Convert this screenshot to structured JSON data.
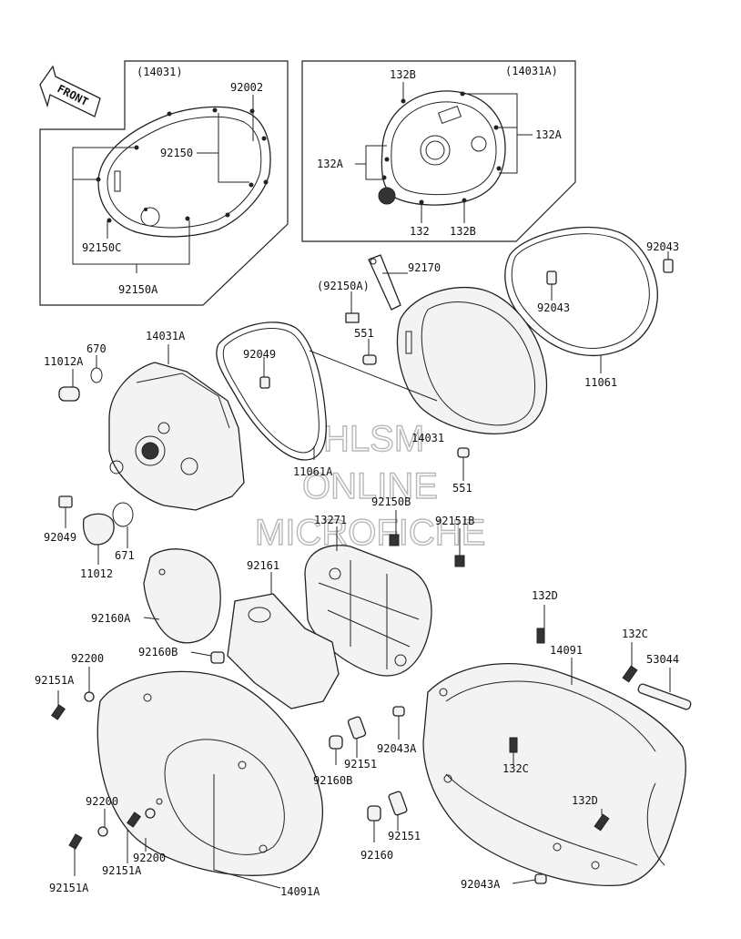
{
  "diagram": {
    "front_label": "FRONT",
    "inset_left_title": "(14031)",
    "inset_right_title": "(14031A)",
    "watermark": {
      "line1": "HLSM",
      "line2": "ONLINE",
      "line3": "MICROFICHE"
    },
    "labels": {
      "p92002": "92002",
      "p92150": "92150",
      "p92150C": "92150C",
      "p92150A": "92150A",
      "p132B_top": "132B",
      "p132A_right": "132A",
      "p132A_left": "132A",
      "p132": "132",
      "p132B_bottom": "132B",
      "p92170": "92170",
      "p92150A_paren": "(92150A)",
      "p551_top": "551",
      "p92043_top": "92043",
      "p92043_mid": "92043",
      "p11061": "11061",
      "p670": "670",
      "p11012A": "11012A",
      "p14031A": "14031A",
      "p92049_top": "92049",
      "p14031": "14031",
      "p11061A": "11061A",
      "p551_bottom": "551",
      "p92150B": "92150B",
      "p13271": "13271",
      "p92151B": "92151B",
      "p92049_left": "92049",
      "p671": "671",
      "p11012": "11012",
      "p92161": "92161",
      "p92160A": "92160A",
      "p132D_top": "132D",
      "p132C_top": "132C",
      "p14091": "14091",
      "p53044": "53044",
      "p92200_top": "92200",
      "p92160B_top": "92160B",
      "p92151A_top": "92151A",
      "p92043A_mid": "92043A",
      "p92151_mid": "92151",
      "p92160B_mid": "92160B",
      "p132C_mid": "132C",
      "p132D_bottom": "132D",
      "p92200_mid": "92200",
      "p92200_bottom": "92200",
      "p92151A_mid": "92151A",
      "p92151A_bottom": "92151A",
      "p92160": "92160",
      "p92151_bottom": "92151",
      "p14091A": "14091A",
      "p92043A_bottom": "92043A"
    }
  }
}
